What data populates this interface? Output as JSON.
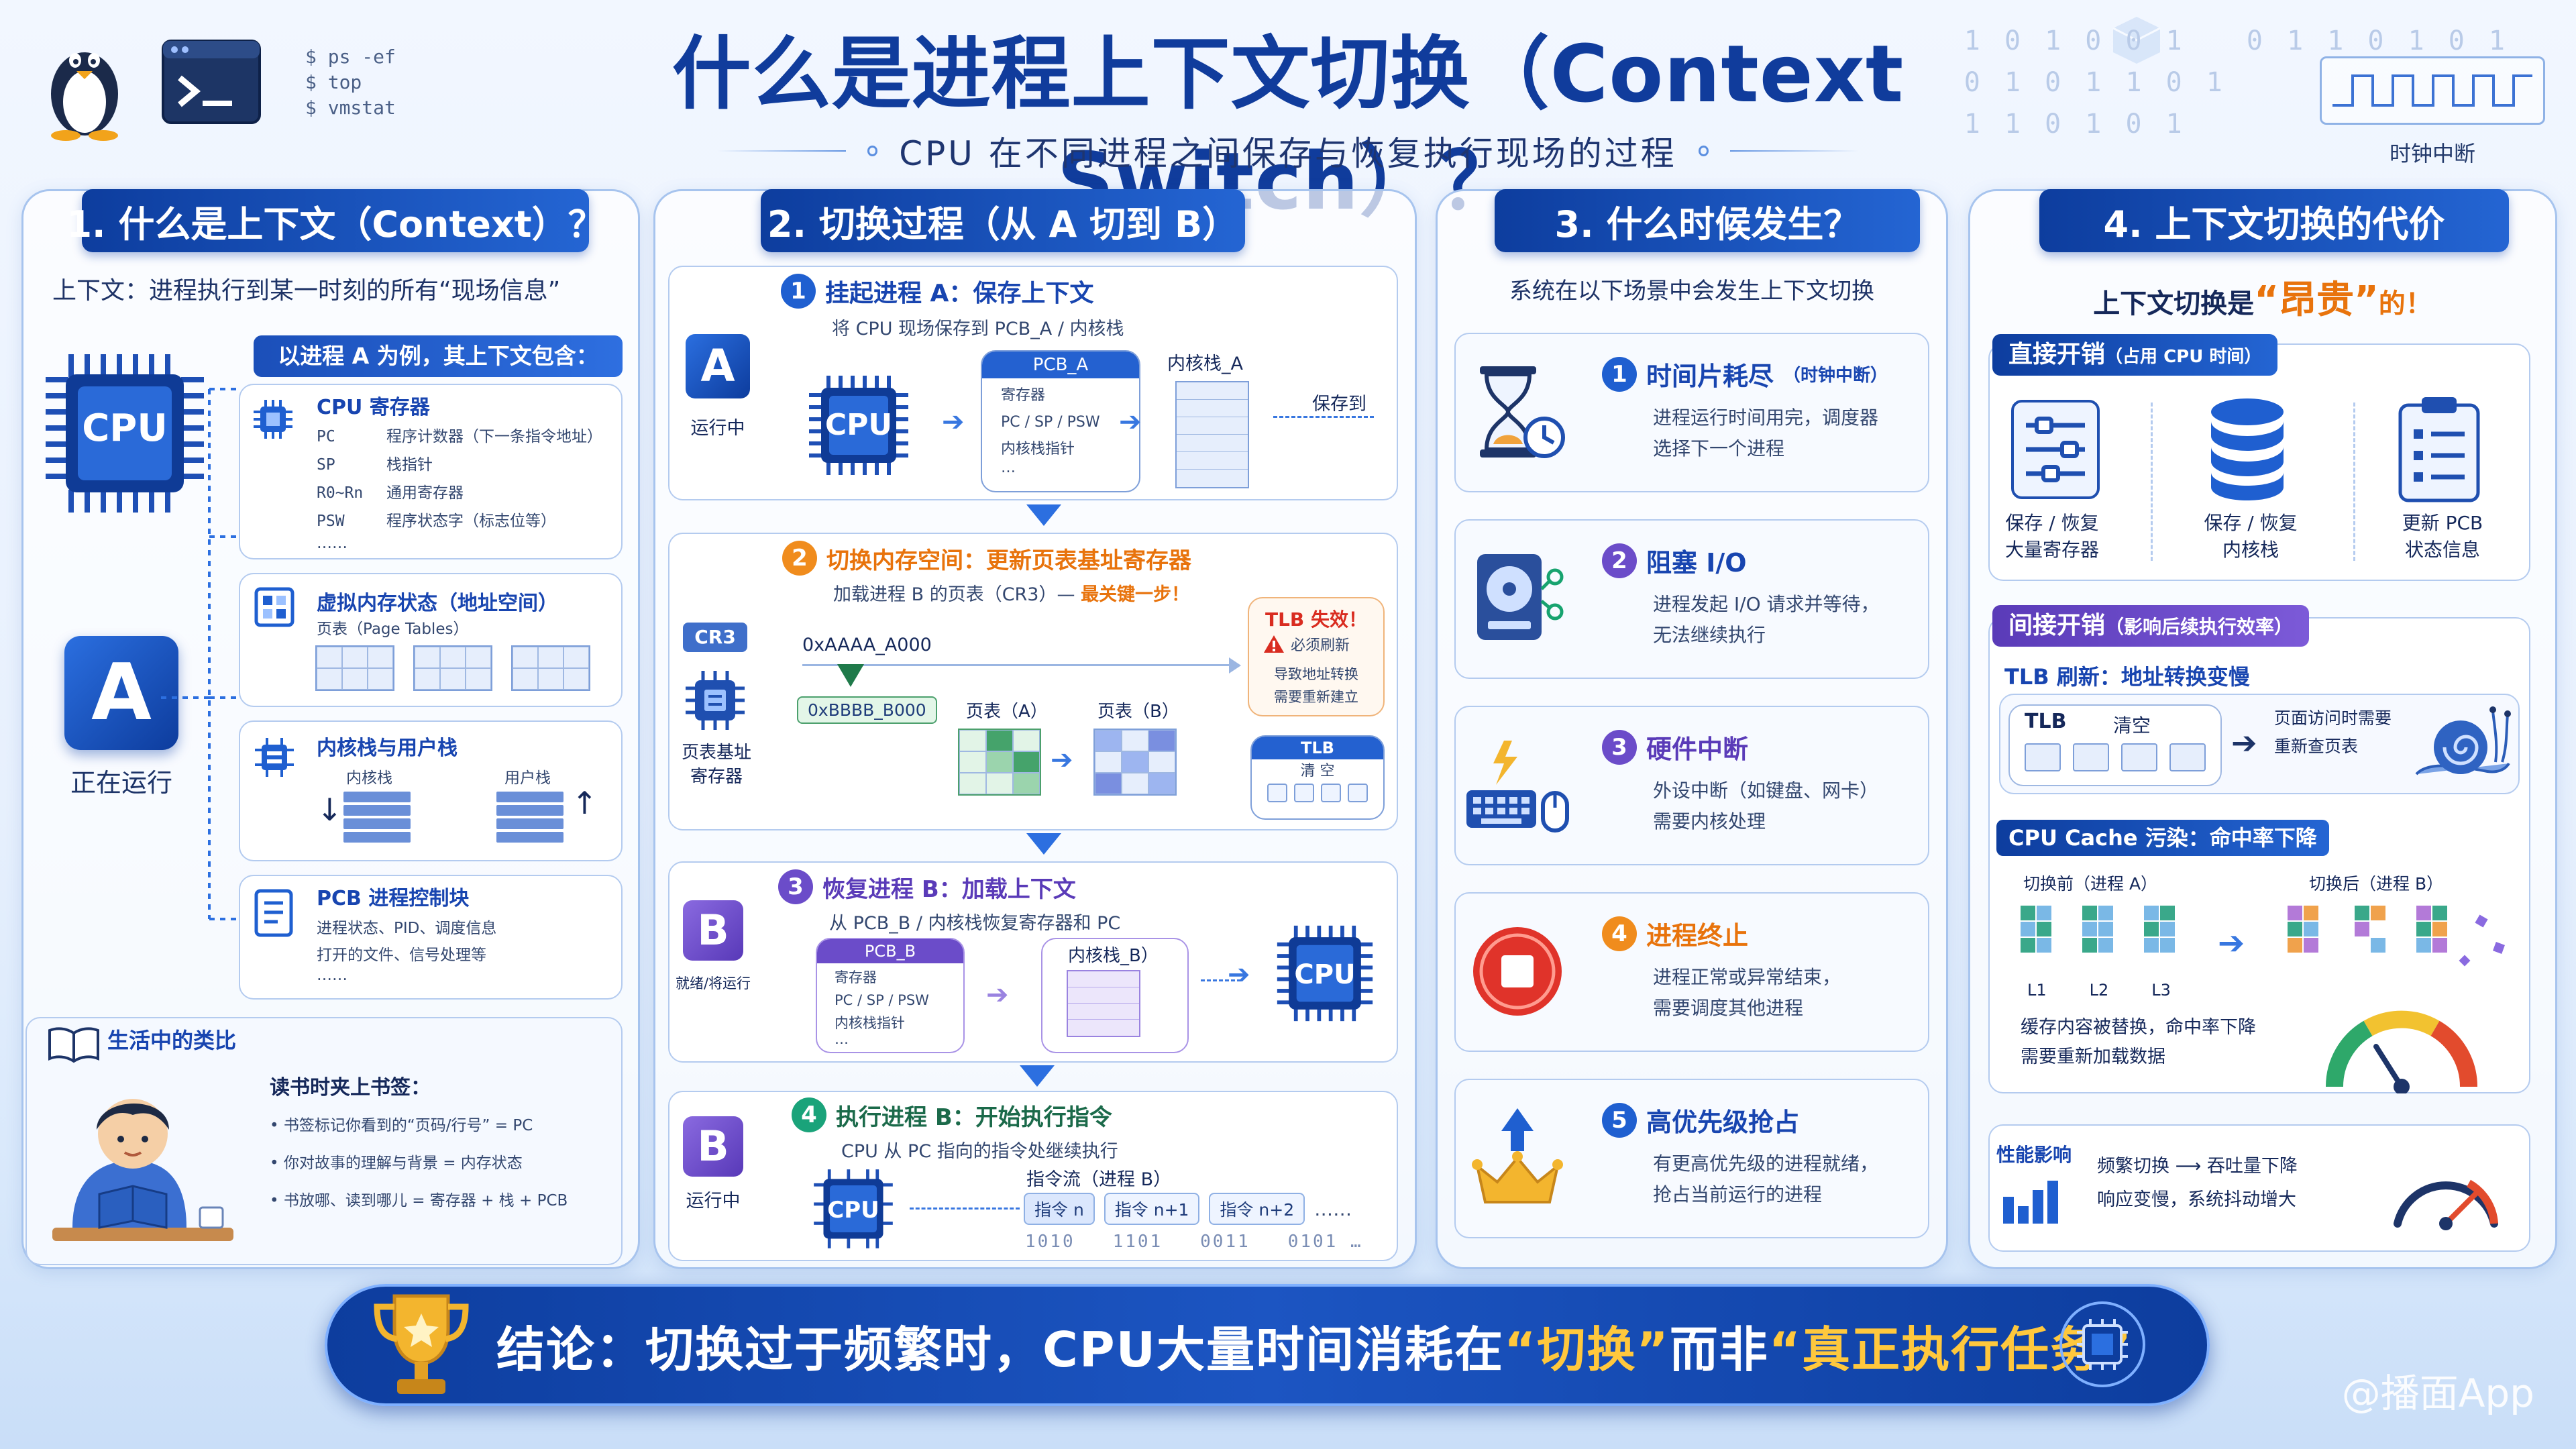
{
  "header": {
    "terminal_commands": [
      "$ ps -ef",
      "$ top",
      "$ vmstat"
    ],
    "title": "什么是进程上下文切换（Context Switch）？",
    "subtitle": "CPU 在不同进程之间保存与恢复执行现场的过程",
    "binary_text": [
      "1 0 1 0 0 1   0 1 1 0 1 0 1",
      "0 1 0 1 1 0 1",
      "1 1 0 1 0 1"
    ],
    "clock_label": "时钟中断"
  },
  "panel1": {
    "title": "1. 什么是上下文（Context）？",
    "definition": "上下文：进程执行到某一时刻的所有“现场信息”",
    "cpu_chip": "CPU",
    "process_letter": "A",
    "running_label": "正在运行",
    "example_header": "以进程 A 为例，其上下文包含：",
    "registers": {
      "title": "CPU 寄存器",
      "rows": [
        {
          "k": "PC",
          "v": "程序计数器（下一条指令地址）"
        },
        {
          "k": "SP",
          "v": "栈指针"
        },
        {
          "k": "R0~Rn",
          "v": "通用寄存器"
        },
        {
          "k": "PSW",
          "v": "程序状态字（标志位等）"
        }
      ],
      "more": "……"
    },
    "vmem": {
      "title": "虚拟内存状态（地址空间）",
      "sub": "页表（Page Tables）"
    },
    "stacks": {
      "title": "内核栈与用户栈",
      "kernel": "内核栈",
      "user": "用户栈"
    },
    "pcb": {
      "title": "PCB 进程控制块",
      "lines": [
        "进程状态、PID、调度信息",
        "打开的文件、信号处理等"
      ],
      "more": "……"
    },
    "analogy": {
      "header": "生活中的类比",
      "title": "读书时夹上书签：",
      "items": [
        "书签标记你看到的“页码/行号” = PC",
        "你对故事的理解与背景 = 内存状态",
        "书放哪、读到哪儿 = 寄存器 + 栈 + PCB"
      ]
    }
  },
  "panel2": {
    "title": "2. 切换过程（从 A 切到 B）",
    "step1": {
      "num": "1",
      "title": "挂起进程 A：保存上下文",
      "sub": "将 CPU 现场保存到 PCB_A / 内核栈",
      "proc": "A",
      "proc_label": "运行中",
      "cpu": "CPU",
      "pcb_title": "PCB_A",
      "pcb_rows": [
        "寄存器",
        "PC / SP / PSW",
        "内核栈指针",
        "…"
      ],
      "kstack": "内核栈_A",
      "save": "保存到"
    },
    "step2": {
      "num": "2",
      "title": "切换内存空间：更新页表基址寄存器",
      "sub": "加载进程 B 的页表（CR3）— ",
      "sub_hl": "最关键一步！",
      "cr3": "CR3",
      "reg_label": "页表基址寄存器",
      "addr_a": "0xAAAA_A000",
      "addr_b": "0xBBBB_B000",
      "pt_a": "页表（A）",
      "pt_b": "页表（B）",
      "tlb_title": "TLB 失效！",
      "tlb_l1": "必须刷新",
      "tlb_l2": "导致地址转换",
      "tlb_l3": "需要重新建立",
      "tlb_box": "TLB",
      "tlb_clear": "清 空"
    },
    "step3": {
      "num": "3",
      "title": "恢复进程 B：加载上下文",
      "sub": "从 PCB_B / 内核栈恢复寄存器和 PC",
      "proc": "B",
      "proc_label": "就绪/将运行",
      "pcb_title": "PCB_B",
      "pcb_rows": [
        "寄存器",
        "PC / SP / PSW",
        "内核栈指针",
        "…"
      ],
      "kstack": "内核栈_B）",
      "cpu": "CPU"
    },
    "step4": {
      "num": "4",
      "title": "执行进程 B：开始执行指令",
      "sub": "CPU 从 PC 指向的指令处继续执行",
      "proc": "B",
      "proc_label": "运行中",
      "cpu": "CPU",
      "stream": "指令流（进程 B）",
      "instr": [
        "指令 n",
        "指令 n+1",
        "指令 n+2"
      ],
      "dots": "……",
      "binary": "1010   1101   0011   0101 …"
    }
  },
  "panel3": {
    "title": "3. 什么时候发生？",
    "intro": "系统在以下场景中会发生上下文切换",
    "items": [
      {
        "num": "1",
        "title": "时间片耗尽",
        "tag": "（时钟中断）",
        "desc": [
          "进程运行时间用完，调度器",
          "选择下一个进程"
        ],
        "icon": "hourglass-icon"
      },
      {
        "num": "2",
        "title": "阻塞 I/O",
        "tag": "",
        "desc": [
          "进程发起 I/O 请求并等待，",
          "无法继续执行"
        ],
        "icon": "disk-icon"
      },
      {
        "num": "3",
        "title": "硬件中断",
        "tag": "",
        "desc": [
          "外设中断（如键盘、网卡）",
          "需要内核处理"
        ],
        "icon": "keyboard-icon"
      },
      {
        "num": "4",
        "title": "进程终止",
        "tag": "",
        "desc": [
          "进程正常或异常结束，",
          "需要调度其他进程"
        ],
        "icon": "stop-icon"
      },
      {
        "num": "5",
        "title": "高优先级抢占",
        "tag": "",
        "desc": [
          "有更高优先级的进程就绪，",
          "抢占当前运行的进程"
        ],
        "icon": "crown-icon"
      }
    ]
  },
  "panel4": {
    "title": "4. 上下文切换的代价",
    "tag_pre": "上下文切换是",
    "tag_hl": "“昂贵”",
    "tag_post": "的！",
    "direct": {
      "title": "直接开销",
      "sub": "（占用 CPU 时间）",
      "items": [
        {
          "l1": "保存 / 恢复",
          "l2": "大量寄存器"
        },
        {
          "l1": "保存 / 恢复",
          "l2": "内核栈"
        },
        {
          "l1": "更新 PCB",
          "l2": "状态信息"
        }
      ]
    },
    "indirect": {
      "title": "间接开销",
      "sub": "（影响后续执行效率）",
      "tlb_title": "TLB 刷新：地址转换变慢",
      "tlb_label": "TLB",
      "tlb_clear": "清空",
      "tlb_desc": [
        "页面访问时需要",
        "重新查页表"
      ],
      "cache_title": "CPU Cache 污染：命中率下降",
      "before": "切换前（进程 A）",
      "after": "切换后（进程 B）",
      "levels": [
        "L1",
        "L2",
        "L3"
      ],
      "cache_desc": [
        "缓存内容被替换，命中率下降",
        "需要重新加载数据"
      ]
    },
    "perf": {
      "title": "性能影响",
      "l1a": "频繁切换",
      "l1b": "吞吐量下降",
      "l2": "响应变慢，系统抖动增大"
    }
  },
  "footer": {
    "pre": "结论：切换过于频繁时，CPU大量时间消耗在",
    "hl1": "“切换”",
    "mid": "而非",
    "hl2": "“真正执行任务”"
  },
  "watermark": "@播面App",
  "colors": {
    "primary": "#103c9c",
    "accent_orange": "#e8730c",
    "panel_border": "#a7c4ee",
    "danger": "#d92c20"
  }
}
